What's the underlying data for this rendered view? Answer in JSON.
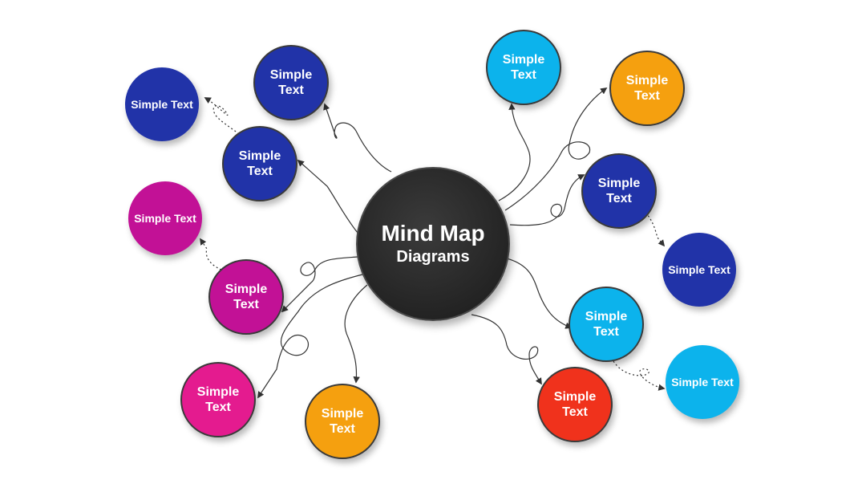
{
  "center": {
    "title": "Mind Map",
    "subtitle": "Diagrams"
  },
  "colors": {
    "dark_blue": "#2133a8",
    "magenta": "#c21196",
    "pink": "#e41b8f",
    "orange": "#f5a00f",
    "sky_blue": "#0cb3ec",
    "red": "#f0321c",
    "center": "#2a2a2a",
    "connector": "#333333"
  },
  "nodes": {
    "blue_top": "Simple\nText",
    "blue_mid": "Simple\nText",
    "blue_far": "Simple Text",
    "magenta_mid": "Simple\nText",
    "magenta_far": "Simple Text",
    "pink_bottom": "Simple\nText",
    "orange_bottom": "Simple\nText",
    "sky_top": "Simple\nText",
    "orange_top": "Simple\nText",
    "blue_right": "Simple\nText",
    "blue_right_far": "Simple Text",
    "sky_right": "Simple\nText",
    "sky_right_far": "Simple Text",
    "red_bottom": "Simple\nText"
  }
}
